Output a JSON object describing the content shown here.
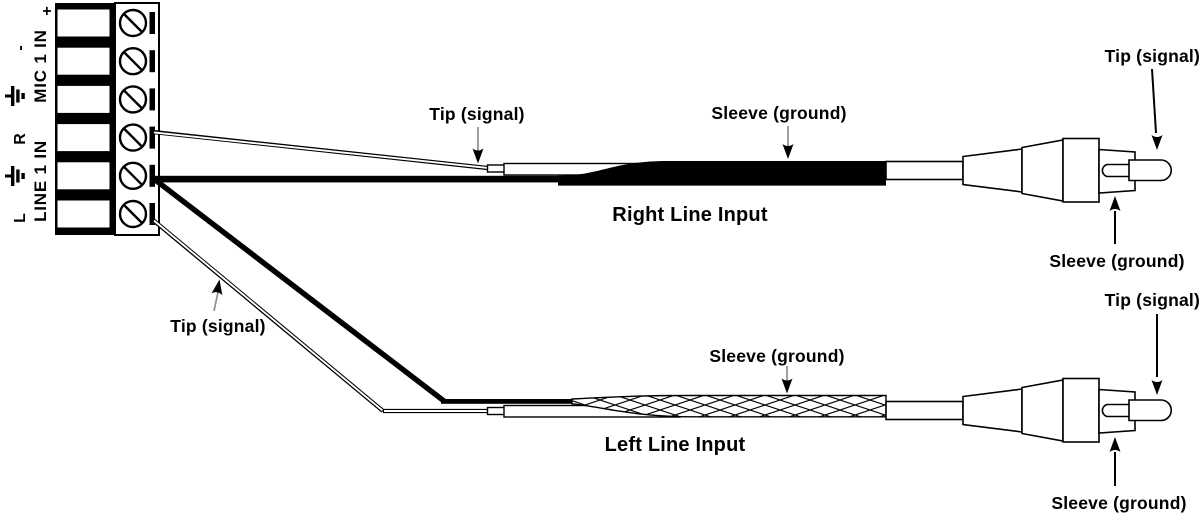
{
  "terminal_block": {
    "groups": [
      {
        "label": "MIC 1 IN",
        "terminals": [
          {
            "symbol": "+"
          },
          {
            "symbol": "-"
          },
          {
            "symbol": "ground",
            "icon": "ground-icon"
          }
        ]
      },
      {
        "label": "LINE 1 IN",
        "terminals": [
          {
            "symbol": "R"
          },
          {
            "symbol": "ground",
            "icon": "ground-icon"
          },
          {
            "symbol": "L"
          }
        ]
      }
    ],
    "screw_count": 6
  },
  "cables": [
    {
      "id": "right",
      "caption": "Right Line Input",
      "wire_labels": {
        "tip": "Tip (signal)",
        "sleeve": "Sleeve (ground)"
      },
      "plug_labels": {
        "tip": "Tip (signal)",
        "sleeve": "Sleeve (ground)"
      }
    },
    {
      "id": "left",
      "caption": "Left Line Input",
      "wire_labels": {
        "tip": "Tip (signal)",
        "sleeve": "Sleeve (ground)"
      },
      "plug_labels": {
        "tip": "Tip (signal)",
        "sleeve": "Sleeve (ground)"
      }
    }
  ],
  "colors": {
    "ink": "#000000",
    "background": "#ffffff",
    "arrow_stem": "#8f8f8f"
  }
}
